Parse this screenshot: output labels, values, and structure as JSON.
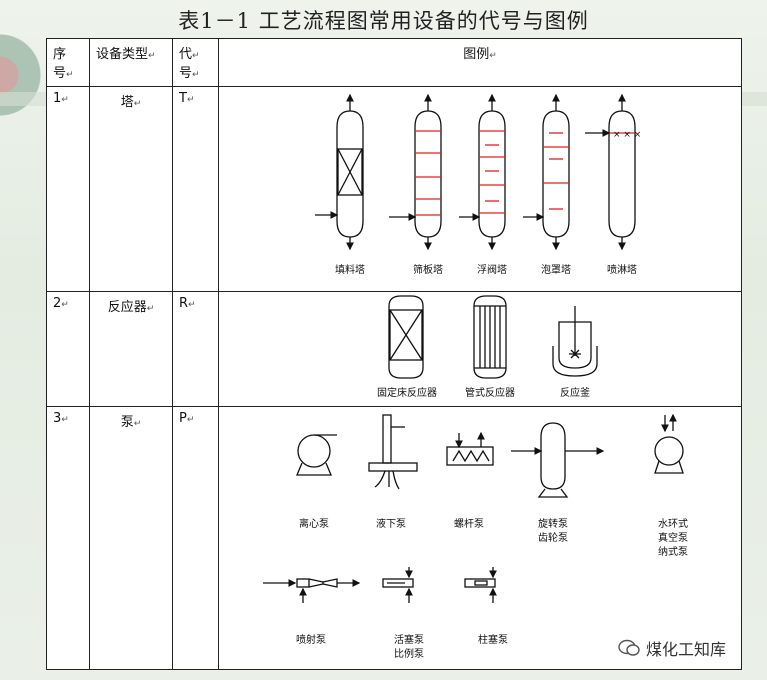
{
  "title": "表1－1 工艺流程图常用设备的代号与图例",
  "headers": {
    "no_1": "序",
    "no_2": "号",
    "type": "设备类型",
    "code_1": "代",
    "code_2": "号",
    "legend": "图例"
  },
  "rows": [
    {
      "no": "1",
      "type": "塔",
      "code": "T",
      "legend_labels": [
        "填料塔",
        "筛板塔",
        "浮阀塔",
        "泡罩塔",
        "喷淋塔"
      ]
    },
    {
      "no": "2",
      "type": "反应器",
      "code": "R",
      "legend_labels": [
        "固定床反应器",
        "管式反应器",
        "反应釜"
      ]
    },
    {
      "no": "3",
      "type": "泵",
      "code": "P",
      "legend_labels": [
        "离心泵",
        "液下泵",
        "螺杆泵",
        "旋转泵",
        "齿轮泵",
        "水环式",
        "真空泵",
        "纳式泵",
        "喷射泵",
        "活塞泵",
        "比例泵",
        "柱塞泵"
      ]
    }
  ],
  "cell_mark": "↵",
  "watermark": "煤化工知库",
  "colors": {
    "tray_red": "#e02020",
    "line": "#111111"
  }
}
